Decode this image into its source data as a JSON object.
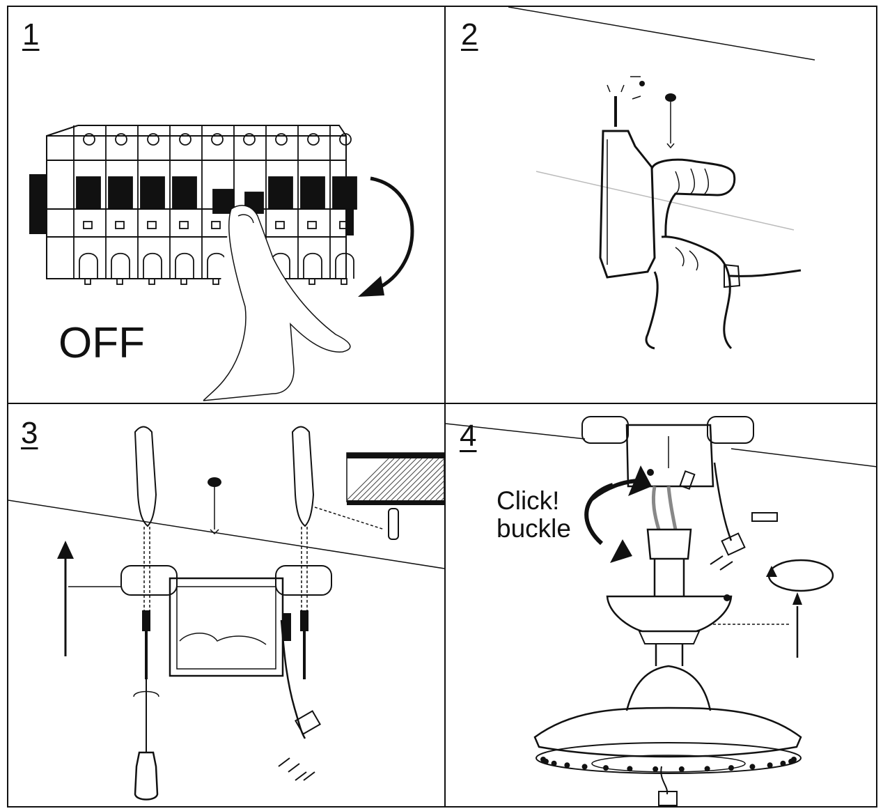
{
  "steps": [
    {
      "number": "1",
      "label": "OFF"
    },
    {
      "number": "2"
    },
    {
      "number": "3"
    },
    {
      "number": "4",
      "label_line1": "Click!",
      "label_line2": "buckle"
    }
  ],
  "colors": {
    "ink": "#111111",
    "background": "#ffffff"
  }
}
